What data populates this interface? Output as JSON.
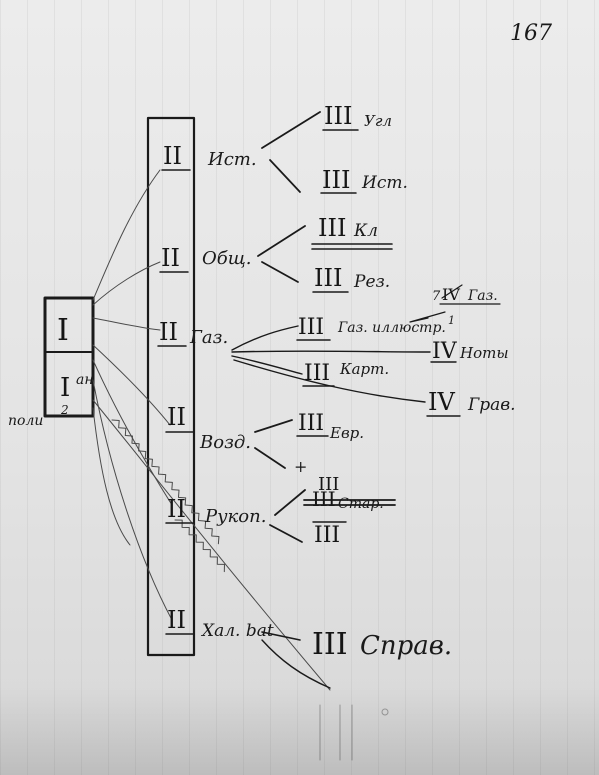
{
  "page_number": "167",
  "root": {
    "top": "I",
    "bottom": "I",
    "side_note": "ан",
    "fraction": "2"
  },
  "margin_note": "поли",
  "level2": [
    {
      "numeral": "II",
      "label": "Ист."
    },
    {
      "numeral": "II",
      "label": "Общ."
    },
    {
      "numeral": "II",
      "label": "Газ."
    },
    {
      "numeral": "II",
      "label": "Возд."
    },
    {
      "numeral": "II",
      "label": "Рукоп."
    },
    {
      "numeral": "II",
      "label": "Хал. bat"
    }
  ],
  "level3": [
    {
      "numeral": "III",
      "label": "Угл"
    },
    {
      "numeral": "III",
      "label": "Ист."
    },
    {
      "numeral": "III",
      "label": "Кл"
    },
    {
      "numeral": "III",
      "label": "Рез."
    },
    {
      "numeral": "III",
      "label": "Газ. иллюстр."
    },
    {
      "numeral": "III",
      "label": "Карт."
    },
    {
      "numeral": "III",
      "label": "Евр."
    },
    {
      "numeral": "III",
      "label": "Стар."
    },
    {
      "numeral": "III",
      "label": ""
    },
    {
      "numeral": "III",
      "label": ""
    },
    {
      "numeral": "III",
      "label": "Справ."
    }
  ],
  "level4": [
    {
      "numeral": "IV",
      "label": "Газ."
    },
    {
      "numeral": "IV",
      "label": "Ноты"
    },
    {
      "numeral": "IV",
      "label": "Грав."
    }
  ],
  "annotations": {
    "over_gaz": "7",
    "small_cross": "+",
    "arrow_note": "1"
  },
  "colors": {
    "ink": "#1a1a1a",
    "pencil": "#4a4a4a",
    "paper": "#e6e6e6"
  }
}
